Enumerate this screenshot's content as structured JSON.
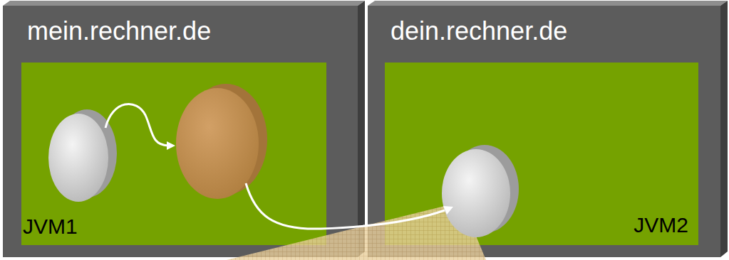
{
  "diagram": {
    "nodes": [
      {
        "text": [
          "mein.rechner.de"
        ]
      },
      {
        "text": [
          "JVM1"
        ],
        "in": 0
      },
      {
        "text": [
          "dein.rechner.de"
        ]
      },
      {
        "text": [
          "JVM2"
        ],
        "in": 2
      }
    ]
  }
}
